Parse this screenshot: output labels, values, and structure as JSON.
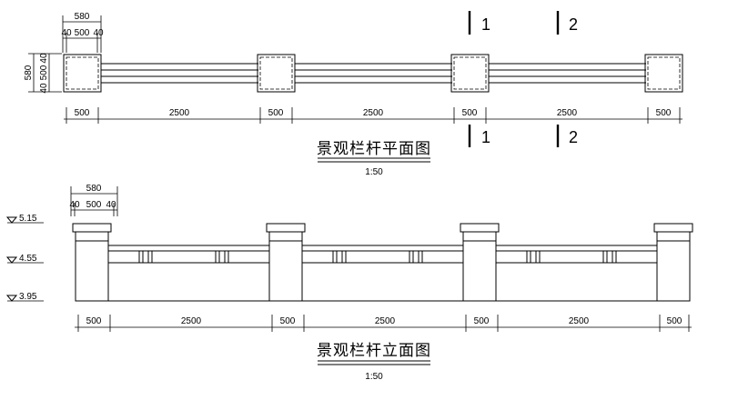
{
  "plan": {
    "title": "景观栏杆平面图",
    "scale": "1:50",
    "top_dims": {
      "total": "580",
      "left": "40",
      "mid": "500",
      "right": "40"
    },
    "side_dims": {
      "total": "580",
      "top": "40",
      "mid": "500",
      "bottom": "40"
    },
    "bottom_dims": [
      "500",
      "2500",
      "500",
      "2500",
      "500",
      "2500",
      "500"
    ],
    "section_marks": [
      "1",
      "2"
    ]
  },
  "elevation": {
    "title": "景观栏杆立面图",
    "scale": "1:50",
    "top_dims": {
      "total": "580",
      "left": "40",
      "mid": "500",
      "right": "40"
    },
    "levels": [
      "5.15",
      "4.55",
      "3.95"
    ],
    "bottom_dims": [
      "500",
      "2500",
      "500",
      "2500",
      "500",
      "2500",
      "500"
    ]
  }
}
